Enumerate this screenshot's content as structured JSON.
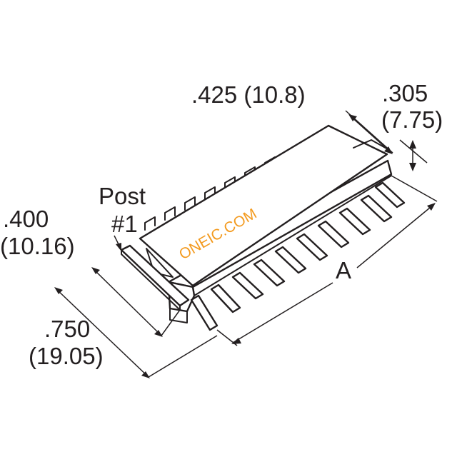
{
  "dimensions": {
    "top_width": ".425 (10.8)",
    "top_depth_in": ".305",
    "top_depth_mm": "(7.75)",
    "post_pitch_in": ".400",
    "post_pitch_mm": "(10.16)",
    "overall_in": ".750",
    "overall_mm": "(19.05)",
    "length": "A"
  },
  "post_label": {
    "line1": "Post",
    "line2": "#1"
  },
  "watermark": {
    "text": "ONEIC.COM",
    "color": "#f39a1e"
  },
  "colors": {
    "ink": "#231f20",
    "background": "#ffffff"
  }
}
